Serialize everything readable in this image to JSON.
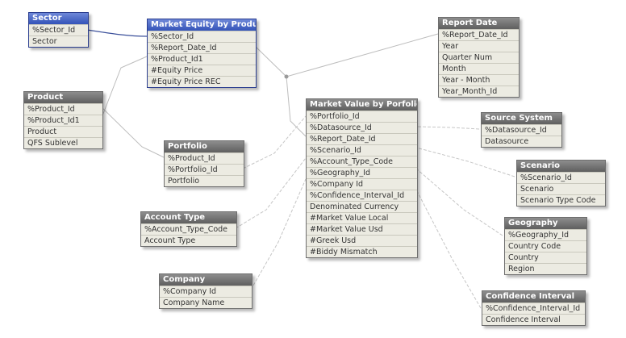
{
  "tables": [
    {
      "id": "sector",
      "title": "Sector",
      "selected": true,
      "fields": [
        "%Sector_Id",
        "Sector"
      ]
    },
    {
      "id": "market-equity-by-product",
      "title": "Market Equity by Product",
      "selected": true,
      "fields": [
        "%Sector_Id",
        "%Report_Date_Id",
        "%Product_Id1",
        "#Equity Price",
        "#Equity Price REC"
      ]
    },
    {
      "id": "report-date",
      "title": "Report Date",
      "selected": false,
      "fields": [
        "%Report_Date_Id",
        "Year",
        "Quarter Num",
        "Month",
        "Year - Month",
        "Year_Month_Id"
      ]
    },
    {
      "id": "product",
      "title": "Product",
      "selected": false,
      "fields": [
        "%Product_Id",
        "%Product_Id1",
        "Product",
        "QFS Sublevel"
      ]
    },
    {
      "id": "portfolio",
      "title": "Portfolio",
      "selected": false,
      "fields": [
        "%Product_Id",
        "%Portfolio_Id",
        "Portfolio"
      ]
    },
    {
      "id": "market-value-by-porfolio",
      "title": "Market Value by Porfolio",
      "selected": false,
      "fields": [
        "%Portfolio_Id",
        "%Datasource_Id",
        "%Report_Date_Id",
        "%Scenario_Id",
        "%Account_Type_Code",
        "%Geography_Id",
        "%Company Id",
        "%Confidence_Interval_Id",
        "Denominated Currency",
        "#Market Value Local",
        "#Market Value Usd",
        "#Greek Usd",
        "#Biddy Mismatch"
      ]
    },
    {
      "id": "source-system",
      "title": "Source System",
      "selected": false,
      "fields": [
        "%Datasource_Id",
        "Datasource"
      ]
    },
    {
      "id": "scenario",
      "title": "Scenario",
      "selected": false,
      "fields": [
        "%Scenario_Id",
        "Scenario",
        "Scenario Type Code"
      ]
    },
    {
      "id": "account-type",
      "title": "Account Type",
      "selected": false,
      "fields": [
        "%Account_Type_Code",
        "Account Type"
      ]
    },
    {
      "id": "geography",
      "title": "Geography",
      "selected": false,
      "fields": [
        "%Geography_Id",
        "Country Code",
        "Country",
        "Region"
      ]
    },
    {
      "id": "company",
      "title": "Company",
      "selected": false,
      "fields": [
        "%Company Id",
        "Company Name"
      ]
    },
    {
      "id": "confidence-interval",
      "title": "Confidence Interval",
      "selected": false,
      "fields": [
        "%Confidence_Interval_Id",
        "Confidence Interval"
      ]
    }
  ],
  "colors": {
    "selected_header": "#3453b8",
    "header": "#6e6e6e",
    "field_background": "#ecebe2",
    "link": "#b8b8b8",
    "selected_link": "#3a4f9a"
  }
}
